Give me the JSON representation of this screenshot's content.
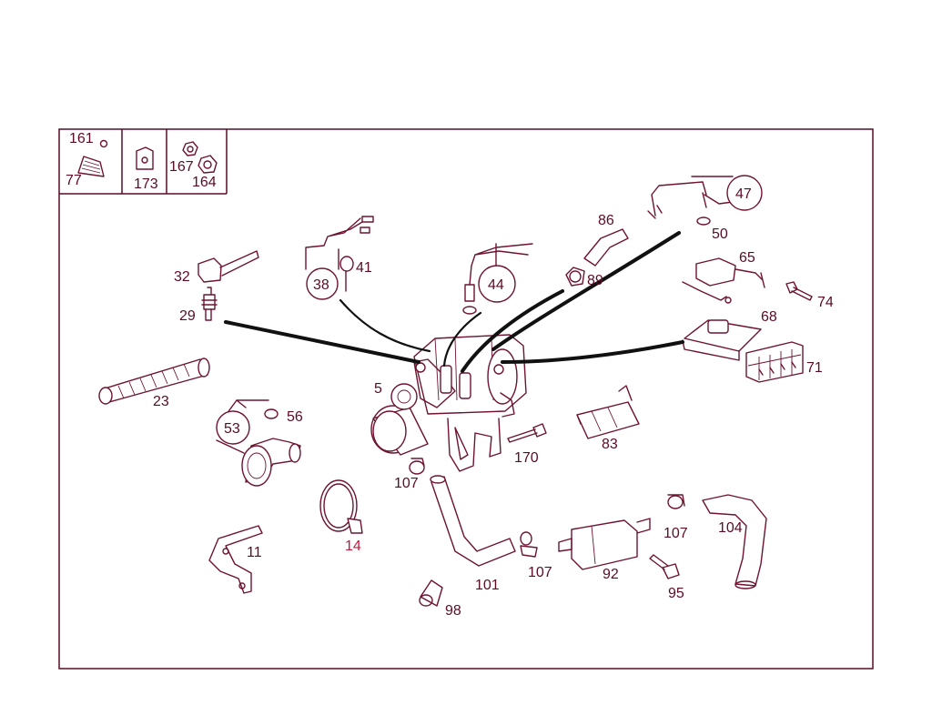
{
  "colors": {
    "line": "#6e1330",
    "label": "#5a0c26",
    "highlight": "#c4173c",
    "arrow": "#111111"
  },
  "legend": [
    {
      "id": "161",
      "text": "161"
    },
    {
      "id": "77",
      "text": "77"
    },
    {
      "id": "173",
      "text": "173"
    },
    {
      "id": "167",
      "text": "167"
    },
    {
      "id": "164",
      "text": "164"
    }
  ],
  "labels": {
    "p5": "5",
    "p11": "11",
    "p14": "14",
    "p23": "23",
    "p29": "29",
    "p32": "32",
    "p38": "38",
    "p41": "41",
    "p44": "44",
    "p47": "47",
    "p50": "50",
    "p53": "53",
    "p56": "56",
    "p65": "65",
    "p68": "68",
    "p71": "71",
    "p74": "74",
    "p83": "83",
    "p86": "86",
    "p89": "89",
    "p92": "92",
    "p95": "95",
    "p98": "98",
    "p101": "101",
    "p104": "104",
    "p107a": "107",
    "p107b": "107",
    "p107c": "107",
    "p170": "170"
  }
}
